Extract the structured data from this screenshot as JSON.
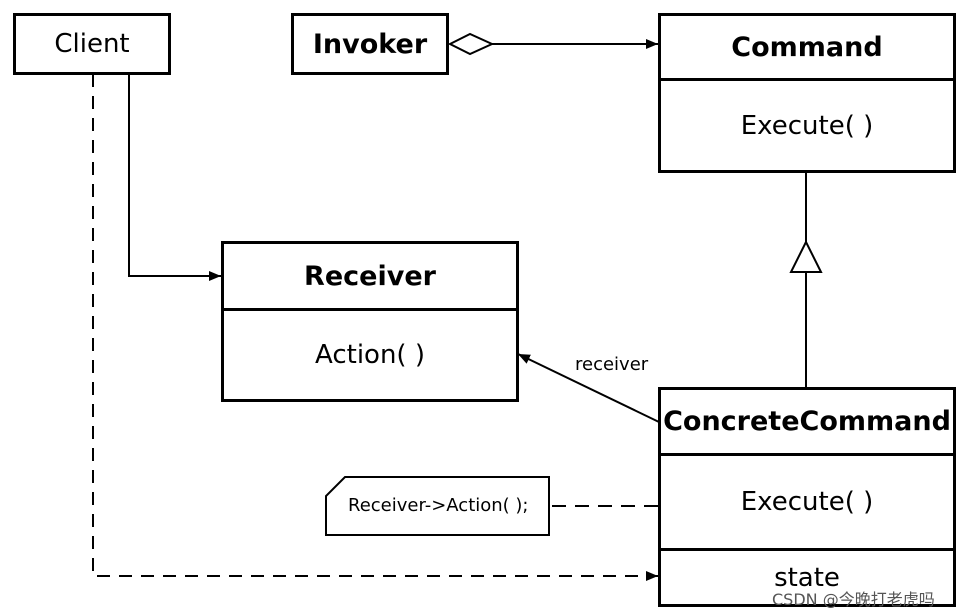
{
  "classes": {
    "client": {
      "name": "Client"
    },
    "invoker": {
      "name": "Invoker"
    },
    "command": {
      "name": "Command",
      "operation": "Execute( )"
    },
    "receiver": {
      "name": "Receiver",
      "operation": "Action( )"
    },
    "concrete_command": {
      "name": "ConcreteCommand",
      "operation": "Execute( )",
      "attribute": "state"
    }
  },
  "association_label": "receiver",
  "note": {
    "text": "Receiver->Action( );"
  },
  "watermark": "CSDN @今晚打老虎吗"
}
